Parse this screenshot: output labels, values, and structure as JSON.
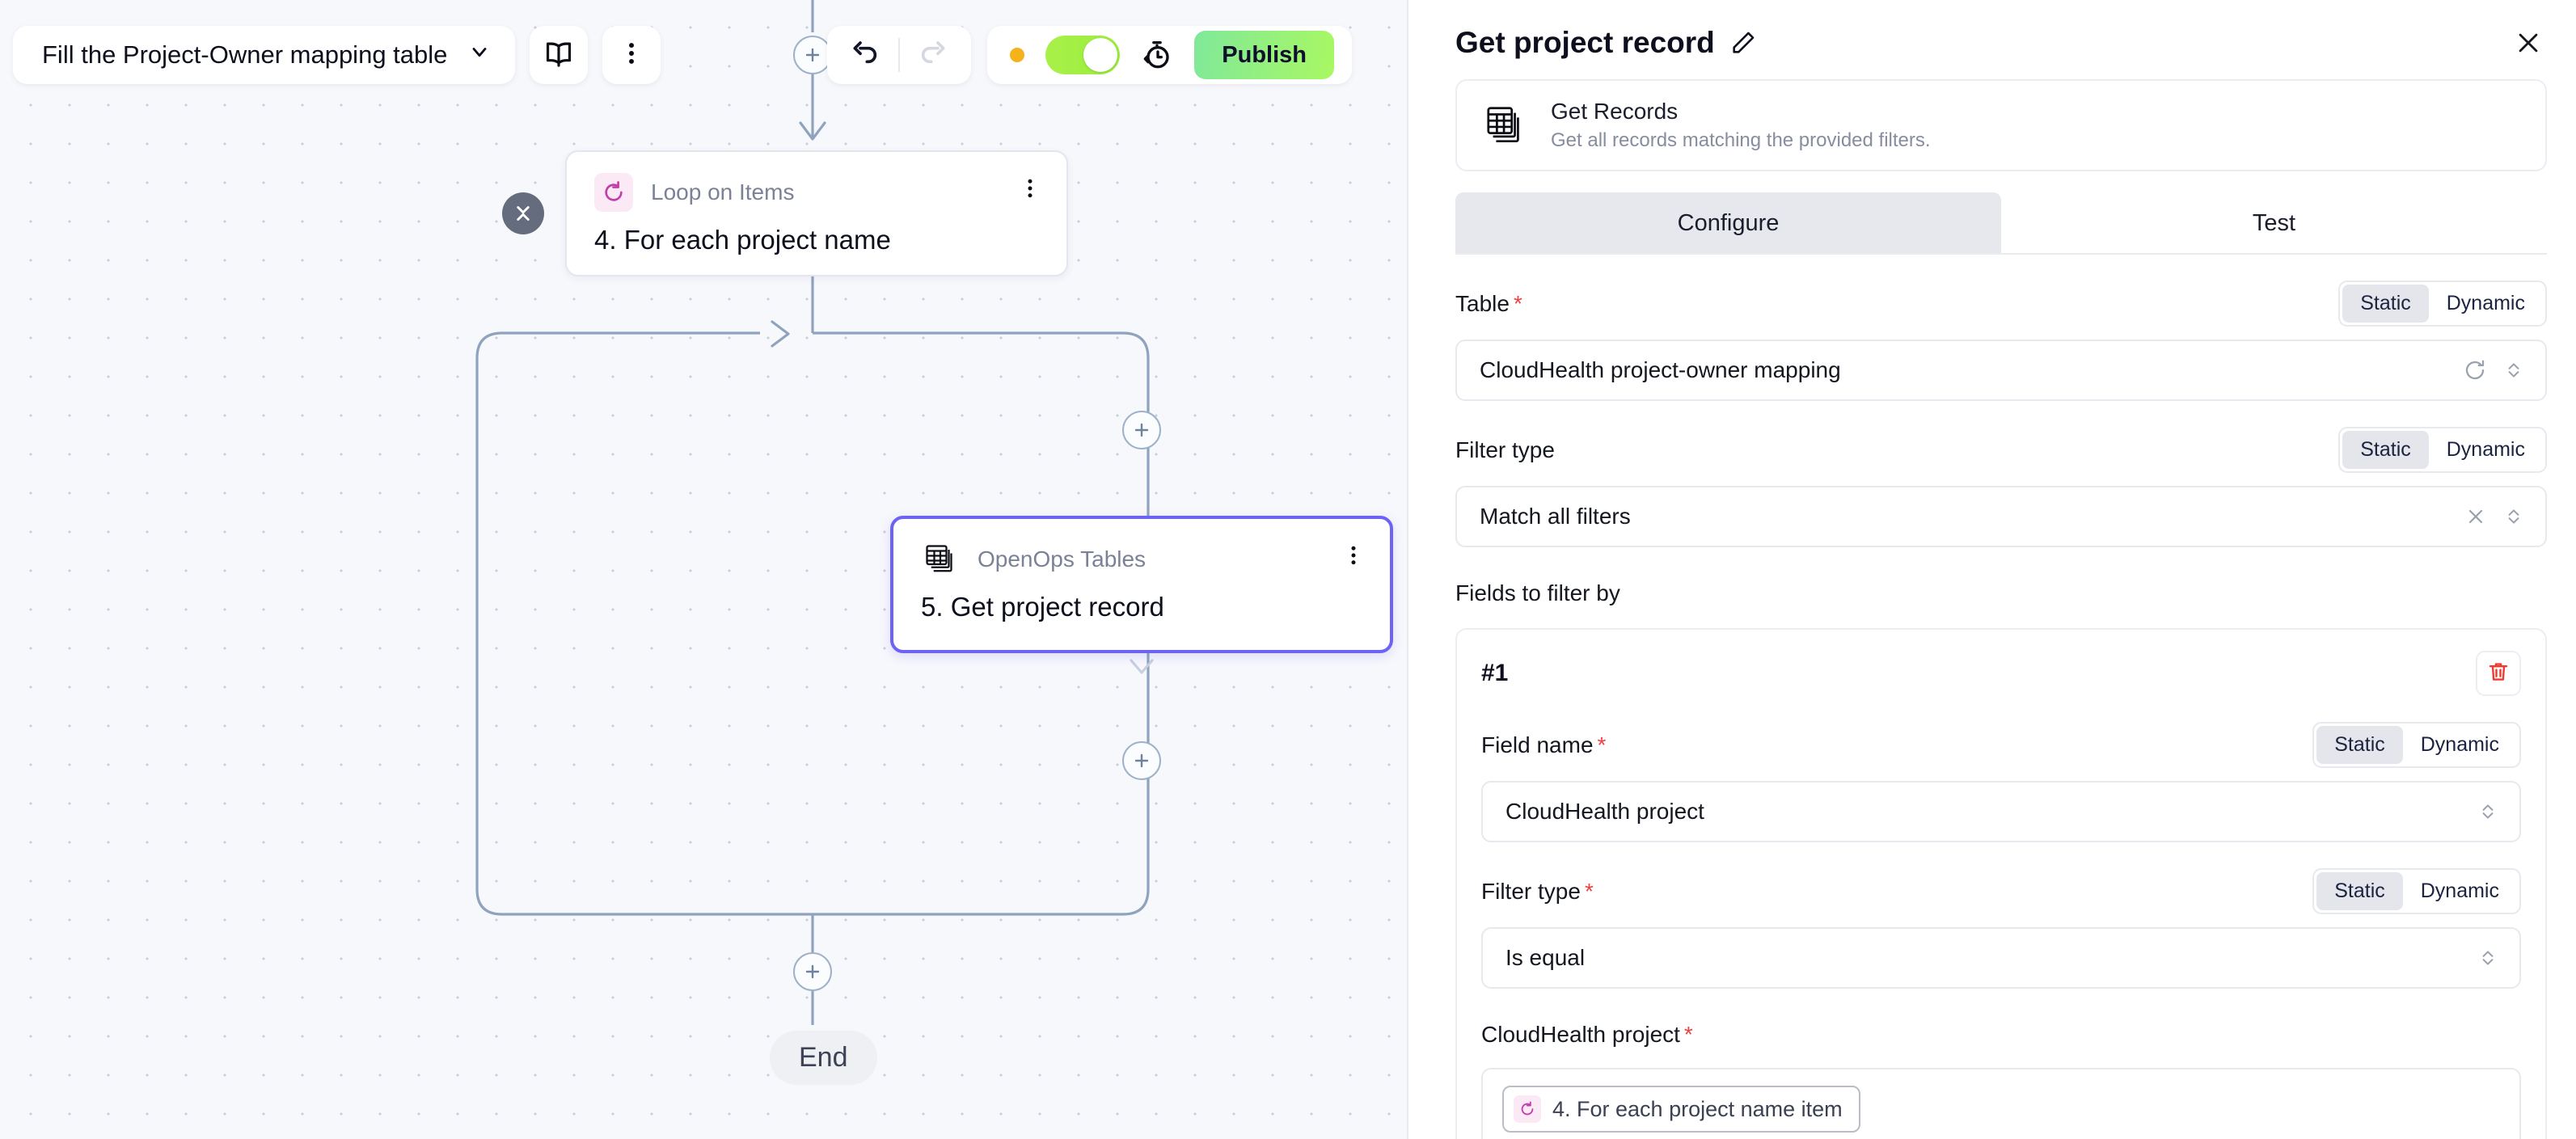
{
  "toolbar": {
    "flow_name": "Fill the Project-Owner mapping table",
    "chevron_icon": "chevron-down-icon",
    "docs_icon": "book-icon",
    "more_icon": "more-vertical-icon",
    "undo_icon": "undo-icon",
    "redo_icon": "redo-icon",
    "status_dot_color": "#f5b31b",
    "toggle_on": true,
    "toggle_color": "#a3f044",
    "history_icon": "run-history-icon",
    "publish_label": "Publish",
    "publish_color": "#9af25f"
  },
  "canvas": {
    "nodes": [
      {
        "id": "loop",
        "piece": "Loop on Items",
        "title": "4. For each project name",
        "icon": "loop-refresh-icon",
        "selected": false
      },
      {
        "id": "get-record",
        "piece": "OpenOps Tables",
        "title": "5. Get project record",
        "icon": "table-stack-icon",
        "selected": true
      }
    ],
    "end_label": "End",
    "add_step_icon": "plus-icon",
    "collapse_icon": "collapse-icon"
  },
  "panel": {
    "title": "Get project record",
    "edit_icon": "pencil-icon",
    "close_icon": "close-icon",
    "piece": {
      "icon": "table-stack-icon",
      "name": "Get Records",
      "description": "Get all records matching the provided filters."
    },
    "tabs": [
      {
        "label": "Configure",
        "active": true
      },
      {
        "label": "Test",
        "active": false
      }
    ],
    "seg_static": "Static",
    "seg_dynamic": "Dynamic",
    "fields": {
      "table": {
        "label": "Table",
        "required": true,
        "mode": "Static",
        "value": "CloudHealth project-owner mapping",
        "refresh_icon": "refresh-icon",
        "chevron_icon": "chevron-updown-icon"
      },
      "filter_type": {
        "label": "Filter type",
        "required": false,
        "mode": "Static",
        "value": "Match all filters",
        "clear_icon": "close-icon",
        "chevron_icon": "chevron-updown-icon"
      },
      "fields_to_filter_by": {
        "label": "Fields to filter by"
      }
    },
    "filter_group": {
      "number": "#1",
      "delete_icon": "trash-icon",
      "field_name": {
        "label": "Field name",
        "required": true,
        "mode": "Static",
        "value": "CloudHealth project",
        "chevron_icon": "chevron-updown-icon"
      },
      "filter_type": {
        "label": "Filter type",
        "required": true,
        "mode": "Static",
        "value": "Is equal",
        "chevron_icon": "chevron-updown-icon"
      },
      "value_field": {
        "label": "CloudHealth project",
        "required": true,
        "chip_icon": "loop-refresh-icon",
        "chip_text": "4. For each project name item"
      }
    }
  }
}
